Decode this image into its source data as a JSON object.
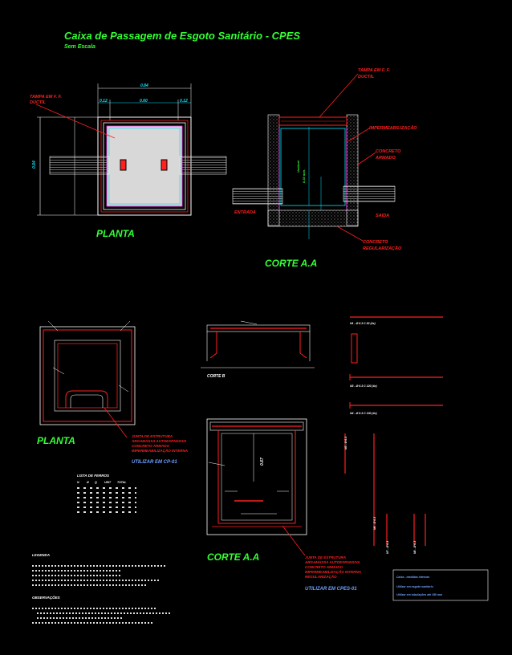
{
  "title": "Caixa de Passagem de Esgoto Sanitário - CPES",
  "subtitle": "Sem Escala",
  "labels": {
    "planta_top": "PLANTA",
    "corte_top": "CORTE A.A",
    "planta_bottom": "PLANTA",
    "corte_bottom": "CORTE A.A",
    "corte_b": "CORTE B",
    "tampa_left_1": "TAMPA EM F. F.",
    "tampa_left_2": "DUCTIL",
    "tampa_right_1": "TAMPA EM F. F.",
    "tampa_right_2": "DUCTIL",
    "impermeabilizacao": "IMPERMEABILIZAÇÃO",
    "concreto_1": "CONCRETO",
    "concreto_2": "ARMADO",
    "entrada": "ENTRADA",
    "saida": "SAIDA",
    "concreto_reg_1": "CONCRETO",
    "concreto_reg_2": "REGULARIZAÇÃO",
    "utilizar_1": "UTILIZAR EM CP-01",
    "utilizar_2": "UTILIZAR EM CPES-01",
    "legenda": "LEGENDA",
    "observacoes": "OBSERVAÇÕES",
    "lista_ferros": "LISTA DE FERROS",
    "dim_084": "0.84",
    "dim_012a": "0.12",
    "dim_060": "0.60",
    "dim_012b": "0.12",
    "dim_084v": "0.84",
    "dim_087": "0.87"
  },
  "colors": {
    "background": "#000000",
    "title": "#33ff33",
    "outline": "#ffffff",
    "red": "#ff2020",
    "cyan": "#00e5ff",
    "magenta": "#ff33ff",
    "yellow": "#ffff33",
    "blue": "#6fa0ff",
    "gray": "#bfbfbf"
  }
}
